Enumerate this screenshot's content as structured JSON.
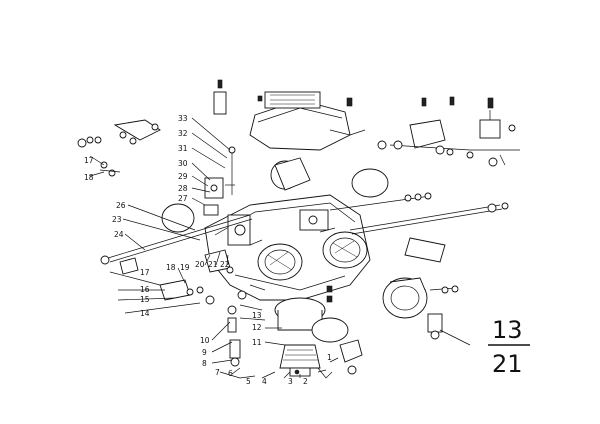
{
  "group_code": {
    "top": "13",
    "bottom": "21"
  },
  "callouts": {
    "c1": "1",
    "c2": "2",
    "c3": "3",
    "c4": "4",
    "c5": "5",
    "c6": "6",
    "c7": "7",
    "c8": "8",
    "c9": "9",
    "c10": "10",
    "c11": "11",
    "c12": "12",
    "c13": "13",
    "c14": "14",
    "c15": "15",
    "c16": "16",
    "c17": "17",
    "c18": "18",
    "c19": "19",
    "c20": "20",
    "c21": "21",
    "c22": "22",
    "c23": "23",
    "c24": "24",
    "c26": "26",
    "c27": "27",
    "c28": "28",
    "c29": "29",
    "c30": "30",
    "c31": "31",
    "c32": "32",
    "c33": "33",
    "c17b": "17",
    "c18b": "18"
  }
}
